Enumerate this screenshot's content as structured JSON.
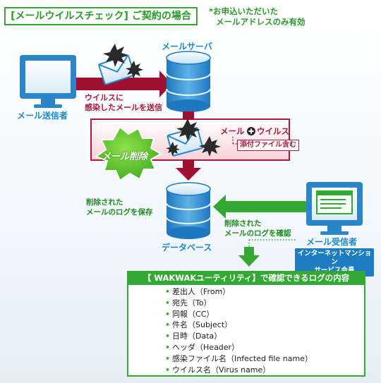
{
  "title": "[メールウイルスチェック] ご契約の場合",
  "note": [
    "*お申込いただいた",
    "メールアドレスのみ有効"
  ],
  "sender_label": "メール送信者",
  "server_label": "メールサーバ",
  "send_text": [
    "ウイルスに",
    "感染したメールを送信"
  ],
  "mail_plus": "メール",
  "virus_word": "ウイルス",
  "attachment": "添付ファイル含む",
  "delete_label": "メール削除",
  "db_label": "データベース",
  "save_text": [
    "削除された",
    "メールのログを保存"
  ],
  "confirm_text": [
    "削除された",
    "メールのログを確認"
  ],
  "receiver_label": "メール受信者",
  "member_badge": [
    "インターネットマンション",
    "サービス会員"
  ],
  "wakwak_title": "【 WAKWAKユーティリティ】で確認できるログの内容",
  "log_items": [
    "差出人（From）",
    "宛先（To）",
    "同報（CC）",
    "件名（Subject）",
    "日時（Data）",
    "ヘッダ（Header）",
    "感染ファイル名（Infected file name）",
    "ウイルス名（Virus name）"
  ],
  "colors": {
    "green": "#33a833",
    "blue": "#1e86c8",
    "red": "#b8143a",
    "crimson": "#a01030"
  }
}
